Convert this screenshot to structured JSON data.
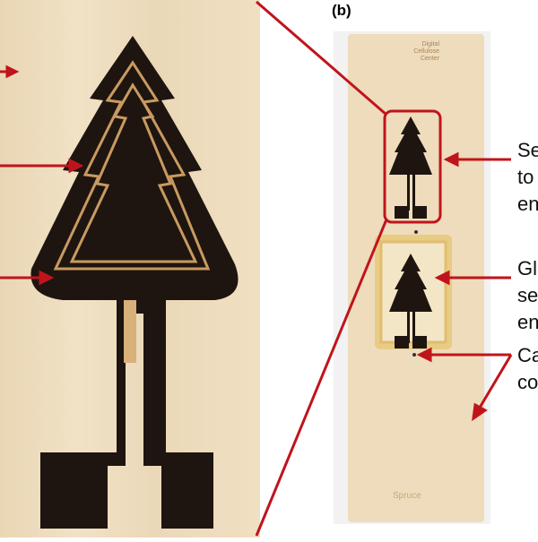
{
  "panel_label": "(b)",
  "stick": {
    "logo_text": "Digital Cellulose Center",
    "wood_label": "Spruce"
  },
  "annotations": [
    {
      "lines": [
        "Se",
        "to",
        "en"
      ]
    },
    {
      "lines": [
        "Gl",
        "se",
        "en"
      ]
    },
    {
      "lines": [
        "Ca",
        "co"
      ]
    }
  ],
  "colors": {
    "arrow": "#c0141c",
    "engraving": "#1e1510",
    "wood": "#eedcbc",
    "glue": "#e8c97a"
  }
}
